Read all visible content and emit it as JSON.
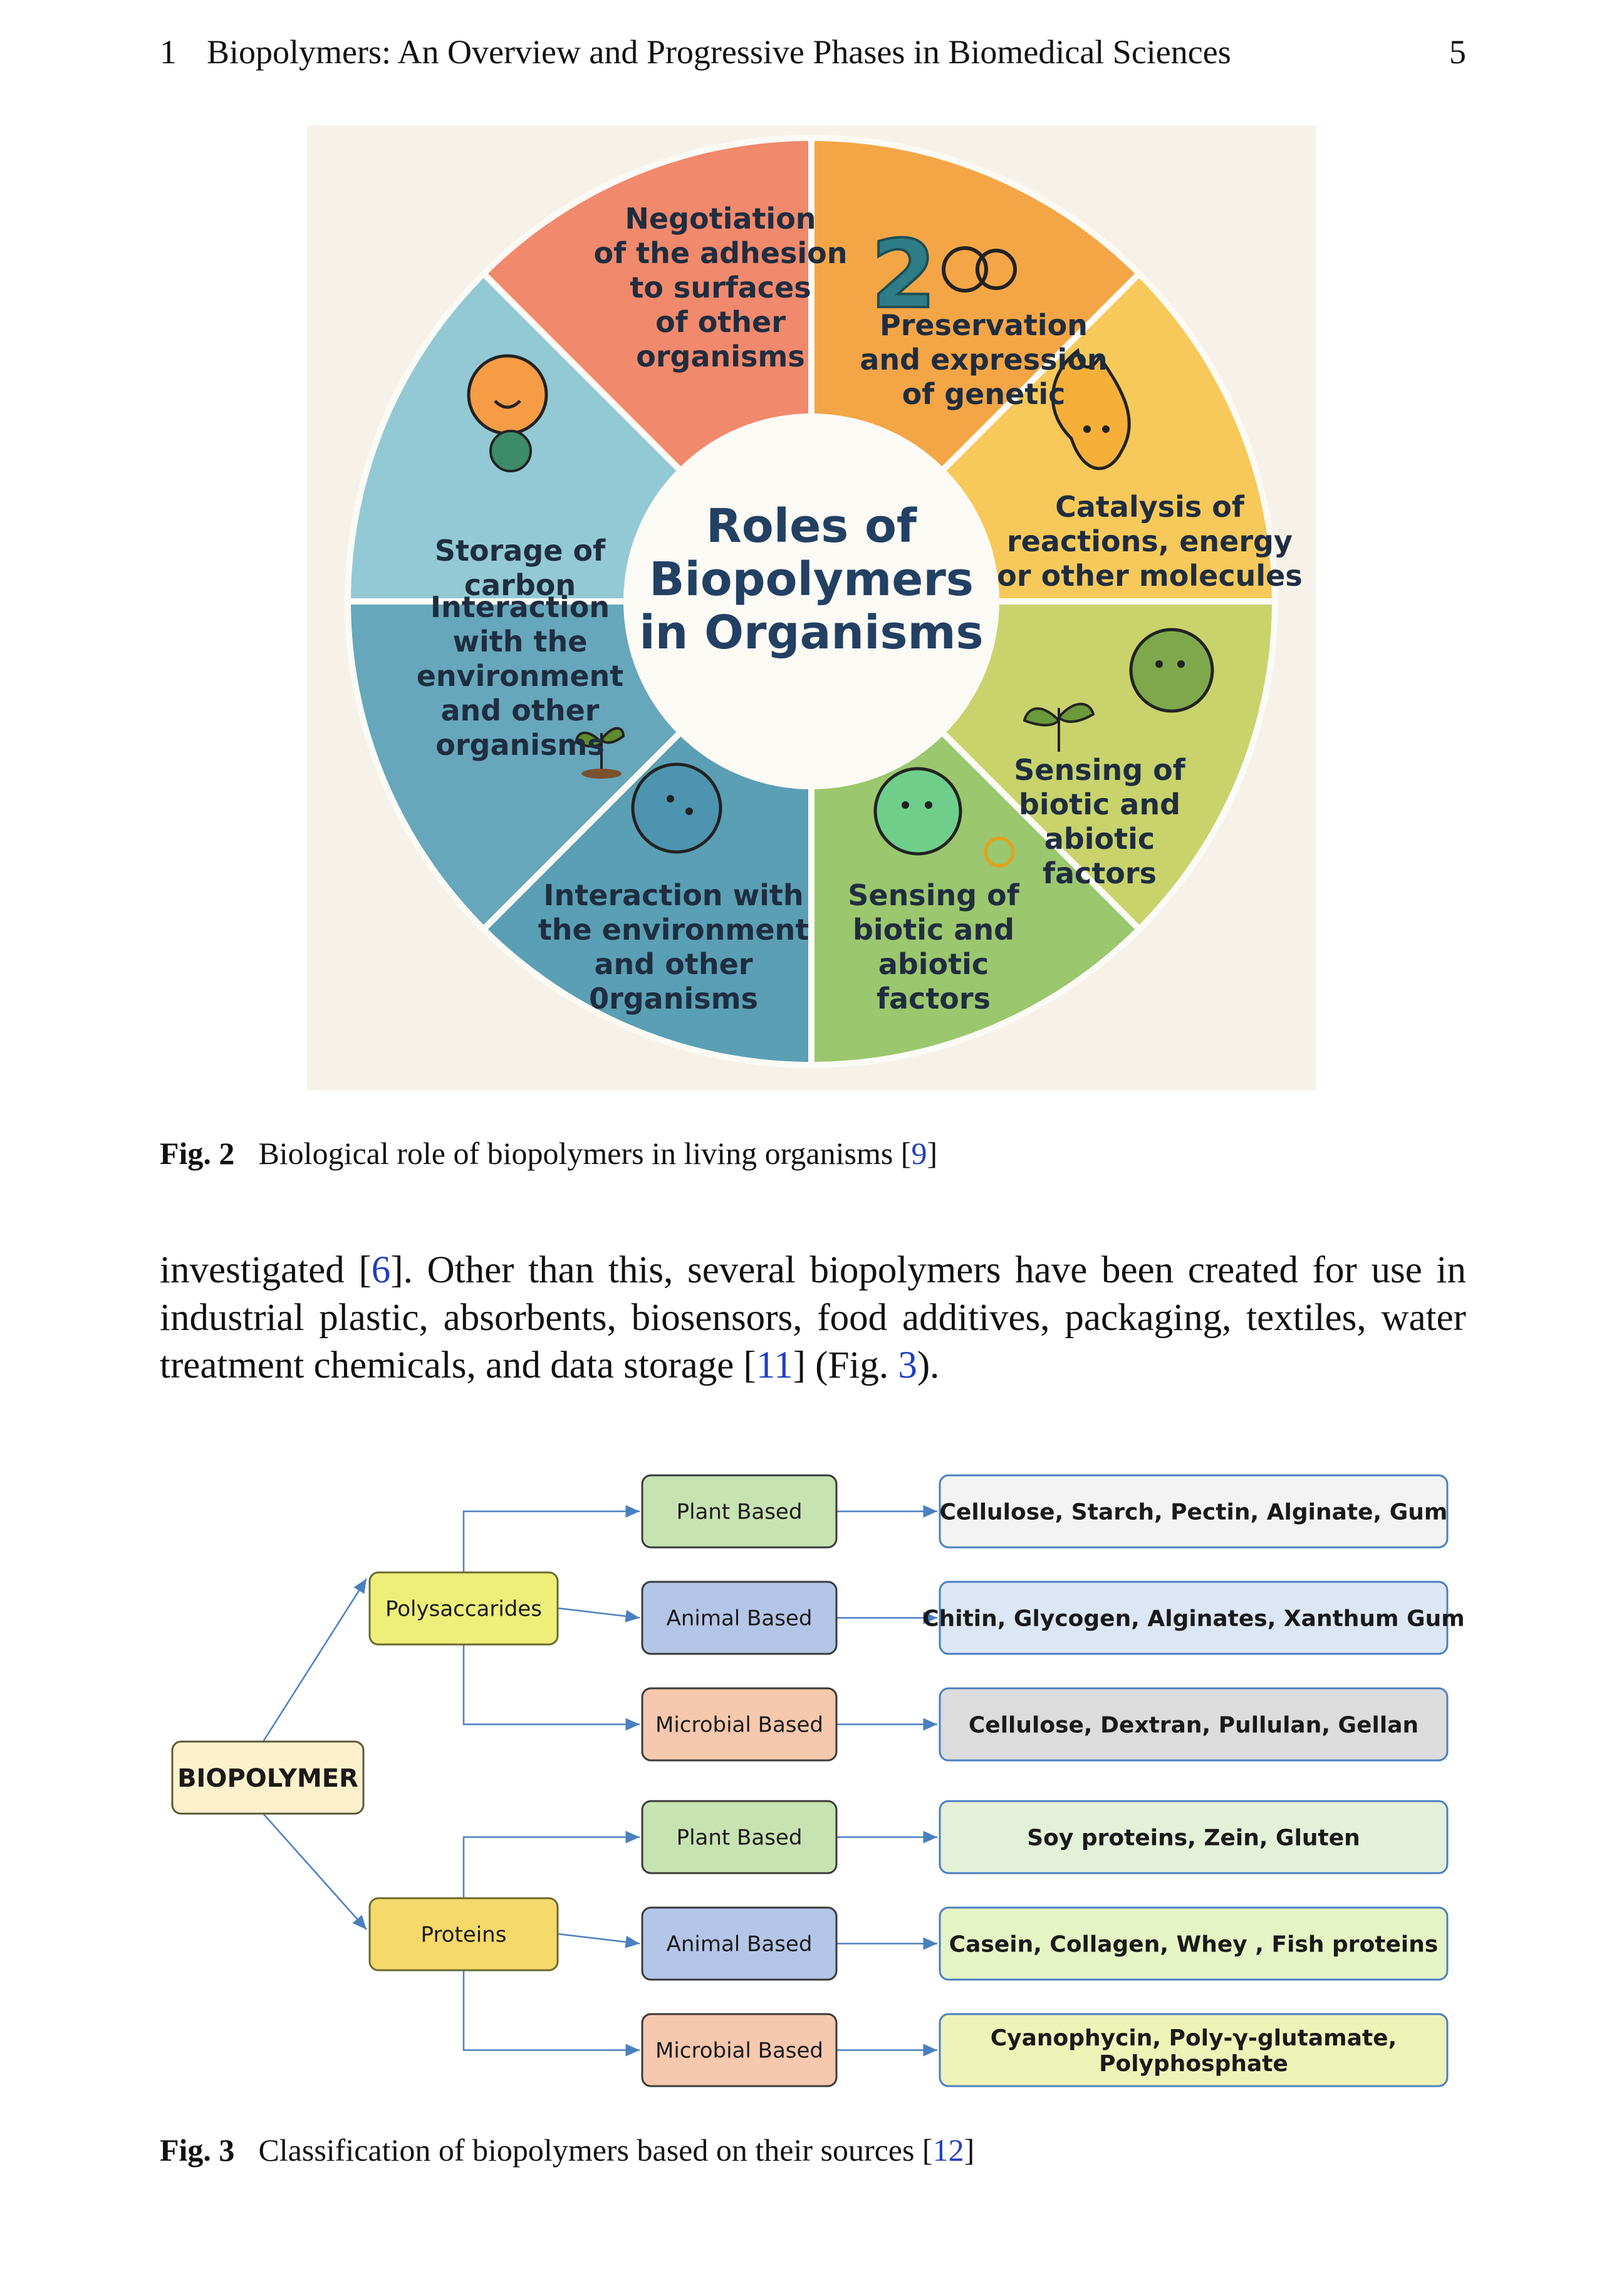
{
  "header": {
    "chapter_number": "1",
    "running_title": "Biopolymers: An Overview and Progressive Phases in Biomedical Sciences",
    "page_number": "5"
  },
  "figure2": {
    "center_lines": [
      "Roles of",
      "Biopolymers",
      "in Organisms"
    ],
    "segments": [
      {
        "lines": [
          "Negotiation",
          "of the adhesion",
          "to surfaces",
          "of other",
          "organisms"
        ]
      },
      {
        "lines": [
          "Preservation",
          "and expression",
          "of genetic"
        ]
      },
      {
        "lines": [
          "Catalysis of",
          "reactions, energy",
          "or other molecules"
        ]
      },
      {
        "lines": [
          "Sensing of",
          "biotic and",
          "abiotic",
          "factors"
        ]
      },
      {
        "lines": [
          "Sensing of",
          "biotic and",
          "abiotic",
          "factors"
        ]
      },
      {
        "lines": [
          "Interaction with",
          "the environment",
          "and other",
          "0rganisms"
        ]
      },
      {
        "lines": [
          "Interaction",
          "with the",
          "environment",
          "and other",
          "organisms"
        ]
      },
      {
        "lines": [
          "Storage of",
          "carbon"
        ]
      }
    ],
    "colors": [
      "#f1896c",
      "#f4a646",
      "#f7c95a",
      "#c9d36c",
      "#9bc76e",
      "#5a9fb4",
      "#67a7bb",
      "#93c9d4"
    ],
    "badge_text": "2",
    "caption_label": "Fig. 2",
    "caption_text": "Biological role of biopolymers in living organisms [",
    "caption_ref": "9",
    "caption_end": "]"
  },
  "paragraph": {
    "line1_a": "investigated [",
    "line1_ref": "6",
    "line1_b": "]. Other than this, several biopolymers have been created for use in",
    "line2": "industrial plastic, absorbents, biosensors, food additives, packaging, textiles, water",
    "line3_a": "treatment chemicals, and data storage [",
    "line3_ref1": "11",
    "line3_b": "] (Fig. ",
    "line3_ref2": "3",
    "line3_c": ")."
  },
  "figure3": {
    "root": "BIOPOLYMER",
    "groups": [
      {
        "name": "Polysaccarides",
        "sources": [
          {
            "label": "Plant Based",
            "examples": [
              "Cellulose, Starch, Pectin, Alginate, Gum"
            ]
          },
          {
            "label": "Animal Based",
            "examples": [
              "Chitin, Glycogen, Alginates, Xanthum Gum"
            ]
          },
          {
            "label": "Microbial Based",
            "examples": [
              "Cellulose, Dextran, Pullulan, Gellan"
            ]
          }
        ]
      },
      {
        "name": "Proteins",
        "sources": [
          {
            "label": "Plant Based",
            "examples": [
              "Soy proteins, Zein, Gluten"
            ]
          },
          {
            "label": "Animal Based",
            "examples": [
              "Casein, Collagen, Whey , Fish proteins"
            ]
          },
          {
            "label": "Microbial Based",
            "examples": [
              "Cyanophycin, Poly-γ-glutamate,",
              "Polyphosphate"
            ]
          }
        ]
      }
    ],
    "caption_label": "Fig. 3",
    "caption_text": "Classification of biopolymers based on their sources [",
    "caption_ref": "12",
    "caption_end": "]"
  }
}
